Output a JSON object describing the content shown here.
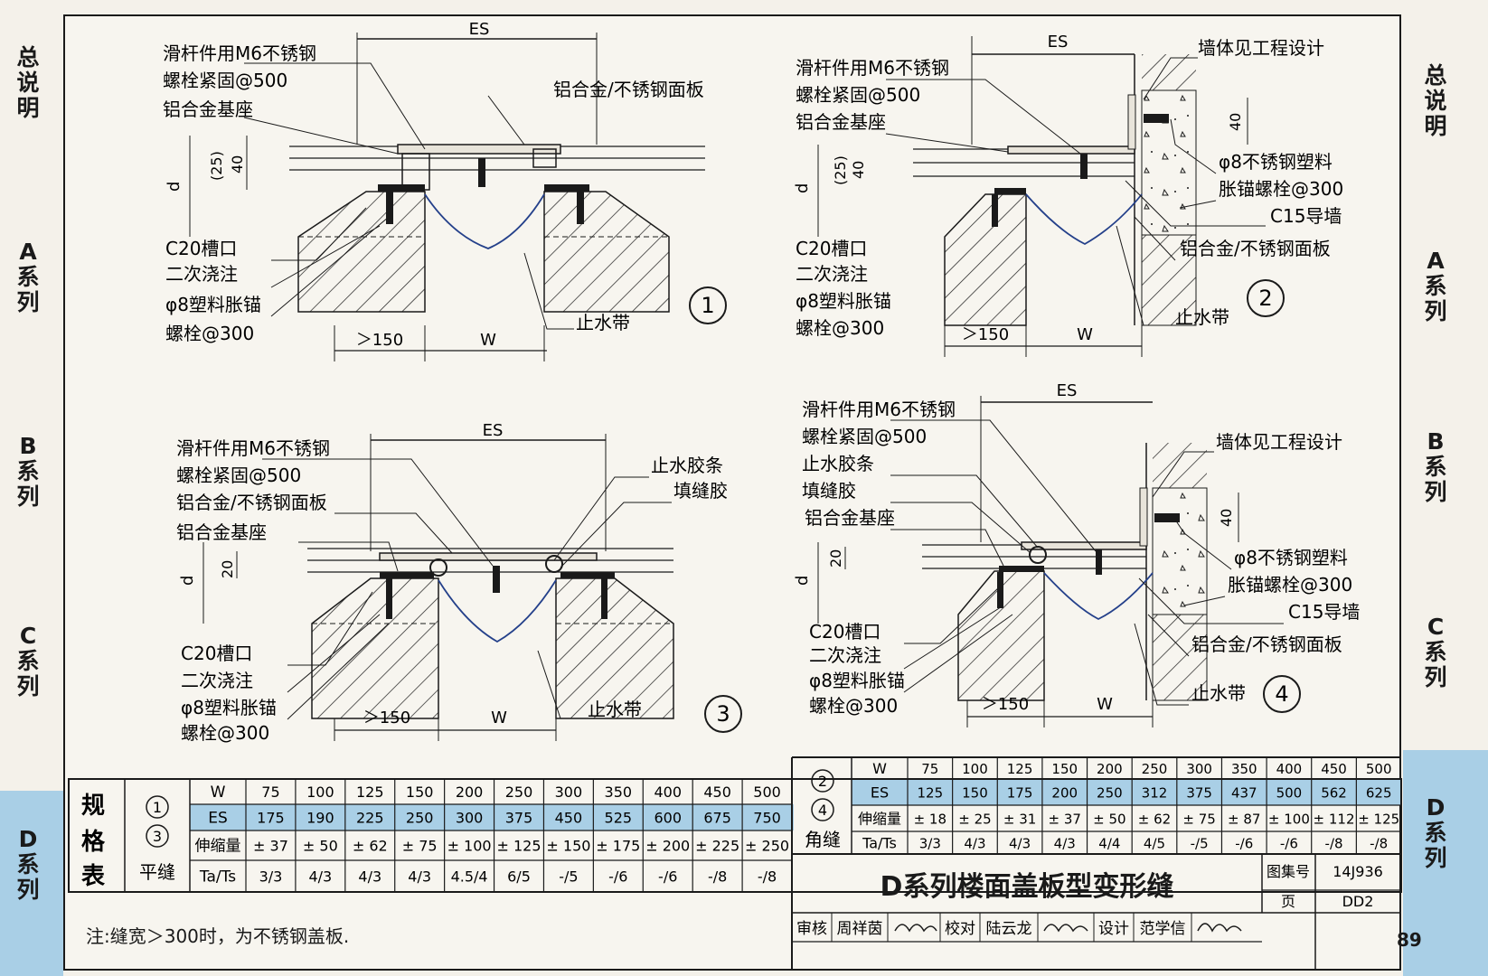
{
  "side_tabs": {
    "left": [
      "总说明",
      "A系列",
      "B系列",
      "C系列",
      "D系列"
    ],
    "right": [
      "总说明",
      "A系列",
      "B系列",
      "C系列",
      "D系列"
    ]
  },
  "labels": {
    "es": "ES",
    "w": "W",
    "d": "d",
    "gt150": "＞150",
    "dim25": "(25)",
    "dim40": "40",
    "dim20": "20",
    "wall_dim40": "40",
    "slide_bolt_1": "滑杆件用M6不锈钢",
    "slide_bolt_2": "螺栓紧固@500",
    "base": "铝合金基座",
    "panel": "铝合金/不锈钢面板",
    "c20": "C20槽口",
    "second_pour": "二次浇注",
    "anchor_1": "φ8塑料胀锚",
    "anchor_2": "螺栓@300",
    "waterstop": "止水带",
    "wall": "墙体见工程设计",
    "ss_anchor_1": "φ8不锈钢塑料",
    "ss_anchor_2": "胀锚螺栓@300",
    "c15": "C15导墙",
    "rubber_strip": "止水胶条",
    "sealant": "填缝胶"
  },
  "detail_numbers": [
    "1",
    "2",
    "3",
    "4"
  ],
  "spec_table": {
    "title_chars": [
      "规",
      "格",
      "表"
    ],
    "left": {
      "circles": [
        "1",
        "3"
      ],
      "caption": "平缝",
      "row_headers": [
        "W",
        "ES",
        "伸缩量",
        "Ta/Ts"
      ],
      "rows": [
        [
          "75",
          "100",
          "125",
          "150",
          "200",
          "250",
          "300",
          "350",
          "400",
          "450",
          "500"
        ],
        [
          "175",
          "190",
          "225",
          "250",
          "300",
          "375",
          "450",
          "525",
          "600",
          "675",
          "750"
        ],
        [
          "± 37",
          "± 50",
          "± 62",
          "± 75",
          "± 100",
          "± 125",
          "± 150",
          "± 175",
          "± 200",
          "± 225",
          "± 250"
        ],
        [
          "3/3",
          "4/3",
          "4/3",
          "4/3",
          "4.5/4",
          "6/5",
          "-/5",
          "-/6",
          "-/6",
          "-/8",
          "-/8"
        ]
      ]
    },
    "right": {
      "circles": [
        "2",
        "4"
      ],
      "caption": "角缝",
      "row_headers": [
        "W",
        "ES",
        "伸缩量",
        "Ta/Ts"
      ],
      "rows": [
        [
          "75",
          "100",
          "125",
          "150",
          "200",
          "250",
          "300",
          "350",
          "400",
          "450",
          "500"
        ],
        [
          "125",
          "150",
          "175",
          "200",
          "250",
          "312",
          "375",
          "437",
          "500",
          "562",
          "625"
        ],
        [
          "± 18",
          "± 25",
          "± 31",
          "± 37",
          "± 50",
          "± 62",
          "± 75",
          "± 87",
          "± 100",
          "± 112",
          "± 125"
        ],
        [
          "3/3",
          "4/3",
          "4/3",
          "4/3",
          "4/4",
          "4/5",
          "-/5",
          "-/6",
          "-/6",
          "-/8",
          "-/8"
        ]
      ]
    }
  },
  "title_block": {
    "title": "D系列楼面盖板型变形缝",
    "atlas_label": "图集号",
    "atlas_no": "14J936",
    "page_label": "页",
    "page_code": "DD2",
    "review_label": "审核",
    "reviewer": "周祥茵",
    "check_label": "校对",
    "checker": "陆云龙",
    "design_label": "设计",
    "designer": "范学信"
  },
  "note": "注:缝宽＞300时，为不锈钢盖板.",
  "page_number": "89",
  "colors": {
    "paper": "#f7f5ef",
    "ink": "#1a1a1a",
    "tab_blue": "#a9cfe6",
    "row_blue": "#a9cfe6",
    "waterstop": "#24408a"
  }
}
